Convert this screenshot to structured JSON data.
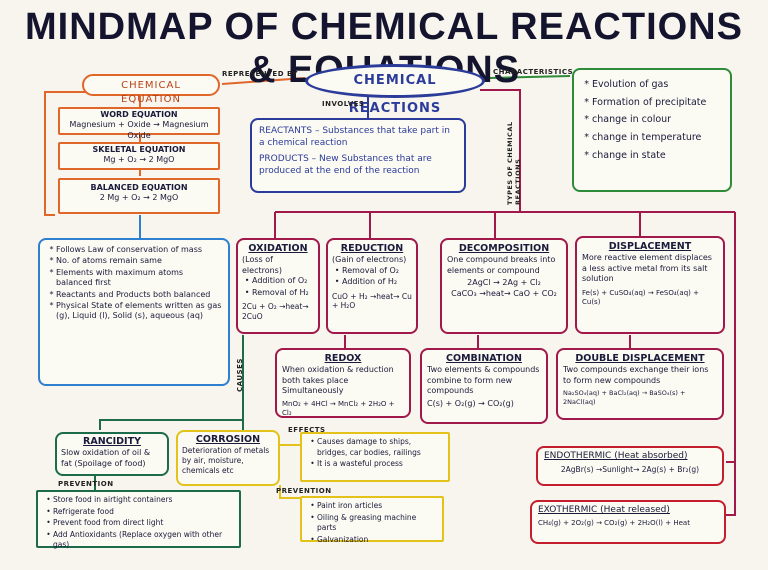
{
  "title": "MINDMAP OF CHEMICAL REACTIONS & EQUATIONS",
  "center": "CHEMICAL REACTIONS",
  "labels": {
    "represented_by": "REPRESENTED BY",
    "characteristics": "CHARACTERISTICS",
    "involves": "INVOLVES",
    "types": "TYPES OF CHEMICAL REACTIONS",
    "causes": "CAUSES",
    "effects": "EFFECTS",
    "prevention1": "PREVENTION",
    "prevention2": "PREVENTION"
  },
  "chemical_equation": {
    "title": "CHEMICAL EQUATION",
    "word_title": "WORD EQUATION",
    "word_eq": "Magnesium + Oxide → Magnesium Oxide",
    "skeletal_title": "SKELETAL EQUATION",
    "skeletal_eq": "Mg + O₂ → 2 MgO",
    "balanced_title": "BALANCED EQUATION",
    "balanced_eq": "2 Mg + O₂ → 2 MgO"
  },
  "balanced_rules": [
    "Follows Law of conservation of mass",
    "No. of atoms remain same",
    "Elements with maximum atoms balanced first",
    "Reactants and Products both balanced",
    "Physical State of elements written as gas (g), Liquid (l), Solid (s), aqueous (aq)"
  ],
  "reactants": {
    "line1": "REACTANTS – Substances that take part in a chemical reaction",
    "line2": "PRODUCTS – New Substances that are produced at the end of the reaction"
  },
  "characteristics": [
    "Evolution of gas",
    "Formation of precipitate",
    "change in colour",
    "change in temperature",
    "change in state"
  ],
  "oxidation": {
    "title": "OXIDATION",
    "sub": "(Loss of electrons)",
    "items": [
      "Addition of O₂",
      "Removal of H₂"
    ],
    "eq": "2Cu + O₂ →heat→ 2CuO"
  },
  "reduction": {
    "title": "REDUCTION",
    "sub": "(Gain of electrons)",
    "items": [
      "Removal of O₂",
      "Addition of H₂"
    ],
    "eq": "CuO + H₂ →heat→ Cu + H₂O"
  },
  "decomposition": {
    "title": "DECOMPOSITION",
    "text": "One compound breaks into elements or compound",
    "eq1": "2AgCl → 2Ag + Cl₂",
    "eq2": "CaCO₃ →heat→ CaO + CO₂"
  },
  "displacement": {
    "title": "DISPLACEMENT",
    "text": "More reactive element displaces a less active metal from its salt solution",
    "eq": "Fe(s) + CuSO₄(aq) → FeSO₄(aq) + Cu(s)"
  },
  "redox": {
    "title": "REDOX",
    "text": "When oxidation & reduction both takes place Simultaneously",
    "eq": "MnO₂ + 4HCl → MnCl₂ + 2H₂O + Cl₂"
  },
  "combination": {
    "title": "COMBINATION",
    "text": "Two elements & compounds combine to form new compounds",
    "eq": "C(s) + O₂(g) → CO₂(g)"
  },
  "double_displacement": {
    "title": "DOUBLE DISPLACEMENT",
    "text": "Two compounds exchange their ions to form new compounds",
    "eq": "Na₂SO₄(aq) + BaCl₂(aq) → BaSO₄(s) + 2NaCl(aq)"
  },
  "rancidity": {
    "title": "RANCIDITY",
    "text": "Slow oxidation of oil & fat (Spoilage of food)"
  },
  "rancidity_prevention": [
    "Store food in airtight containers",
    "Refrigerate food",
    "Prevent food from direct light",
    "Add Antioxidants (Replace oxygen with other gas)"
  ],
  "corrosion": {
    "title": "CORROSION",
    "text": "Deterioration of metals by air, moisture, chemicals etc"
  },
  "corrosion_effects": [
    "Causes damage to ships, bridges, car bodies, railings",
    "It is a wasteful process"
  ],
  "corrosion_prevention": [
    "Paint iron articles",
    "Oiling & greasing machine parts",
    "Galvanization"
  ],
  "endothermic": {
    "title": "ENDOTHERMIC (Heat absorbed)",
    "eq": "2AgBr(s) →Sunlight→ 2Ag(s) + Br₂(g)"
  },
  "exothermic": {
    "title": "EXOTHERMIC (Heat released)",
    "eq": "CH₄(g) + 2O₂(g) → CO₂(g) + 2H₂O(l) + Heat"
  },
  "colors": {
    "orange": "#e0662a",
    "blue": "#2f7fd0",
    "navy": "#2b3b9a",
    "green": "#2e8b3a",
    "maroon": "#a0194a",
    "purple": "#b0308a",
    "red": "#c41e2e",
    "yellow": "#e3c21a",
    "teal": "#1d6b4a"
  }
}
